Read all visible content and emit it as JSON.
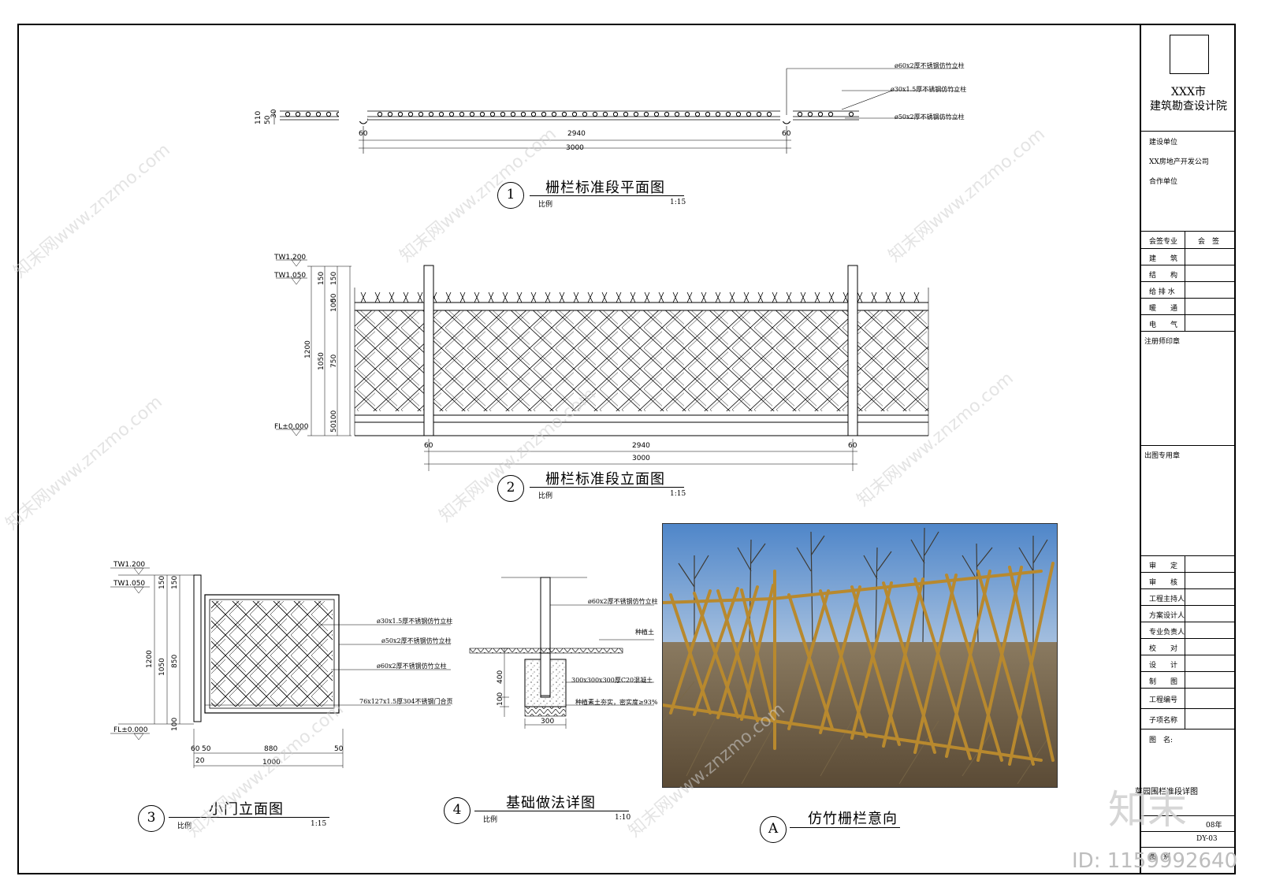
{
  "title_block": {
    "institute_line1": "XXX市",
    "institute_line2": "建筑勘查设计院",
    "client_label": "建设单位",
    "client_value": "XX房地产开发公司",
    "partner_label": "合作单位",
    "cosign_label": "会签专业",
    "cosign_value": "会　签",
    "disciplines": [
      "建　　筑",
      "结　　构",
      "给 排 水",
      "暖　　通",
      "电　　气"
    ],
    "seal_label": "注册师印章",
    "publish_label": "出图专用章",
    "roles": [
      "审　　定",
      "审　　核",
      "工程主持人",
      "方案设计人",
      "专业负责人",
      "校　　对",
      "设　　计",
      "制　　图",
      "工程编号",
      "子项名称"
    ],
    "drawing_name_label": "图　名:",
    "drawing_name": "菜园围栏准段详图",
    "date_frag": "08年",
    "sheet_frag": "DY-03",
    "category_label": "图　别"
  },
  "views": {
    "v1": {
      "num": "1",
      "title": "栅栏标准段平面图",
      "scale_label": "比例",
      "scale": "1:15"
    },
    "v2": {
      "num": "2",
      "title": "栅栏标准段立面图",
      "scale_label": "比例",
      "scale": "1:15"
    },
    "v3": {
      "num": "3",
      "title": "小门立面图",
      "scale_label": "比例",
      "scale": "1:15"
    },
    "v4": {
      "num": "4",
      "title": "基础做法详图",
      "scale_label": "比例",
      "scale": "1:10"
    },
    "vA": {
      "num": "A",
      "title": "仿竹栅栏意向"
    }
  },
  "plan_notes": [
    "ø60x2厚不锈钢仿竹立柱",
    "ø30x1.5厚不锈钢仿竹立柱",
    "ø50x2厚不锈钢仿竹立柱"
  ],
  "plan_dims": {
    "post": "60",
    "span": "2940",
    "total": "3000",
    "h110": "110",
    "h50": "50",
    "h30": "30"
  },
  "elev_levels": {
    "tw1": "TW1.200",
    "tw2": "TW1.050",
    "fl": "FL±0.000"
  },
  "elev_dims": {
    "h1200": "1200",
    "h1050": "1050",
    "h150": "150",
    "h50": "50",
    "h100": "100",
    "h750": "750",
    "h850": "850",
    "post": "60",
    "span": "2940",
    "total": "3000"
  },
  "gate_notes": [
    "ø30x1.5厚不锈钢仿竹立柱",
    "ø50x2厚不锈钢仿竹立柱",
    "ø60x2厚不锈钢仿竹立柱",
    "76x127x1.5厚304不锈钢门合页"
  ],
  "gate_dims": {
    "w880": "880",
    "w1000": "1000",
    "d60": "60",
    "d50": "50",
    "d20": "20"
  },
  "found_notes": [
    "ø60x2厚不锈钢仿竹立柱",
    "种植土",
    "300x300x300厚C20混凝土",
    "种植素土夯实，密实度≥93%"
  ],
  "found_dims": {
    "h400": "400",
    "h100": "100",
    "w300": "300"
  },
  "watermark": "知末网www.znzmo.com",
  "brand_mark": "知末",
  "id_text": "ID: 1159992640"
}
